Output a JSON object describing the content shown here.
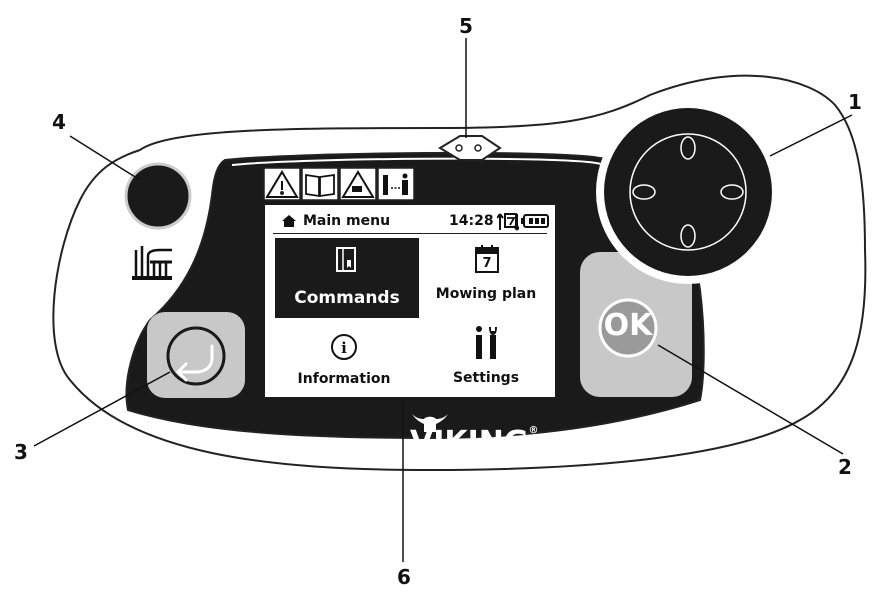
{
  "screen": {
    "header": {
      "title": "Main menu",
      "time": "14:28",
      "icons": [
        "home-icon",
        "calendar-sync-icon",
        "battery-icon"
      ]
    },
    "menu": [
      {
        "label": "Commands",
        "icon": "book-icon",
        "selected": true
      },
      {
        "label": "Mowing plan",
        "icon": "calendar-icon",
        "calendar_day": "7",
        "selected": false
      },
      {
        "label": "Information",
        "icon": "info-icon",
        "info_glyph": "i",
        "selected": false
      },
      {
        "label": "Settings",
        "icon": "tools-icon",
        "selected": false
      }
    ]
  },
  "warning_icons": [
    "warning-icon",
    "manual-icon",
    "mower-hazard-icon",
    "distance-icon"
  ],
  "buttons": {
    "ok_label": "OK",
    "back_icon": "back-arrow-icon",
    "dpad_icon": "dpad-icon",
    "emergency_stop_icon": "stop-button-icon",
    "mow_height_icon": "grass-height-icon"
  },
  "brand": {
    "name": "VIKING",
    "mark": "®"
  },
  "callouts": [
    "1",
    "2",
    "3",
    "4",
    "5",
    "6"
  ],
  "colors": {
    "panel": "#ffffff",
    "bezel": "#1a1a1a",
    "button_grey": "#c8c8c8",
    "outline": "#222222"
  }
}
